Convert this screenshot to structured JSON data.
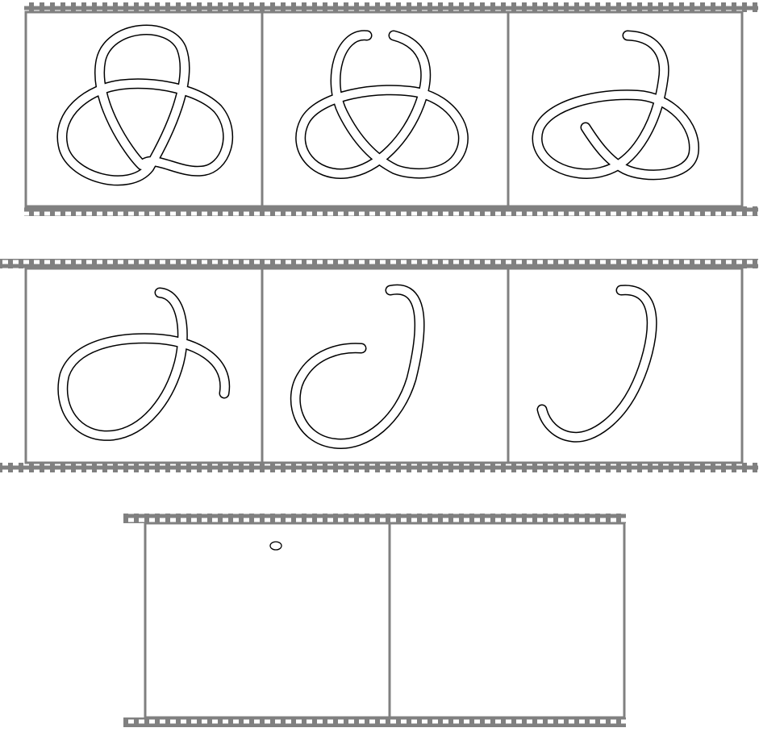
{
  "figure": {
    "strips": [
      {
        "id": "strip-1",
        "frames": [
          {
            "id": "frame-1",
            "content": "trefoil-knot"
          },
          {
            "id": "frame-2",
            "content": "trefoil-cut-open"
          },
          {
            "id": "frame-3",
            "content": "partially-untied"
          }
        ]
      },
      {
        "id": "strip-2",
        "frames": [
          {
            "id": "frame-4",
            "content": "single-crossing"
          },
          {
            "id": "frame-5",
            "content": "hook-curve"
          },
          {
            "id": "frame-6",
            "content": "arc"
          }
        ]
      },
      {
        "id": "strip-3",
        "frames": [
          {
            "id": "frame-7",
            "content": "tiny-loop"
          },
          {
            "id": "frame-8",
            "content": "empty"
          }
        ]
      }
    ],
    "colors": {
      "film": "#808080",
      "rope": "#000000",
      "background": "#ffffff"
    }
  }
}
